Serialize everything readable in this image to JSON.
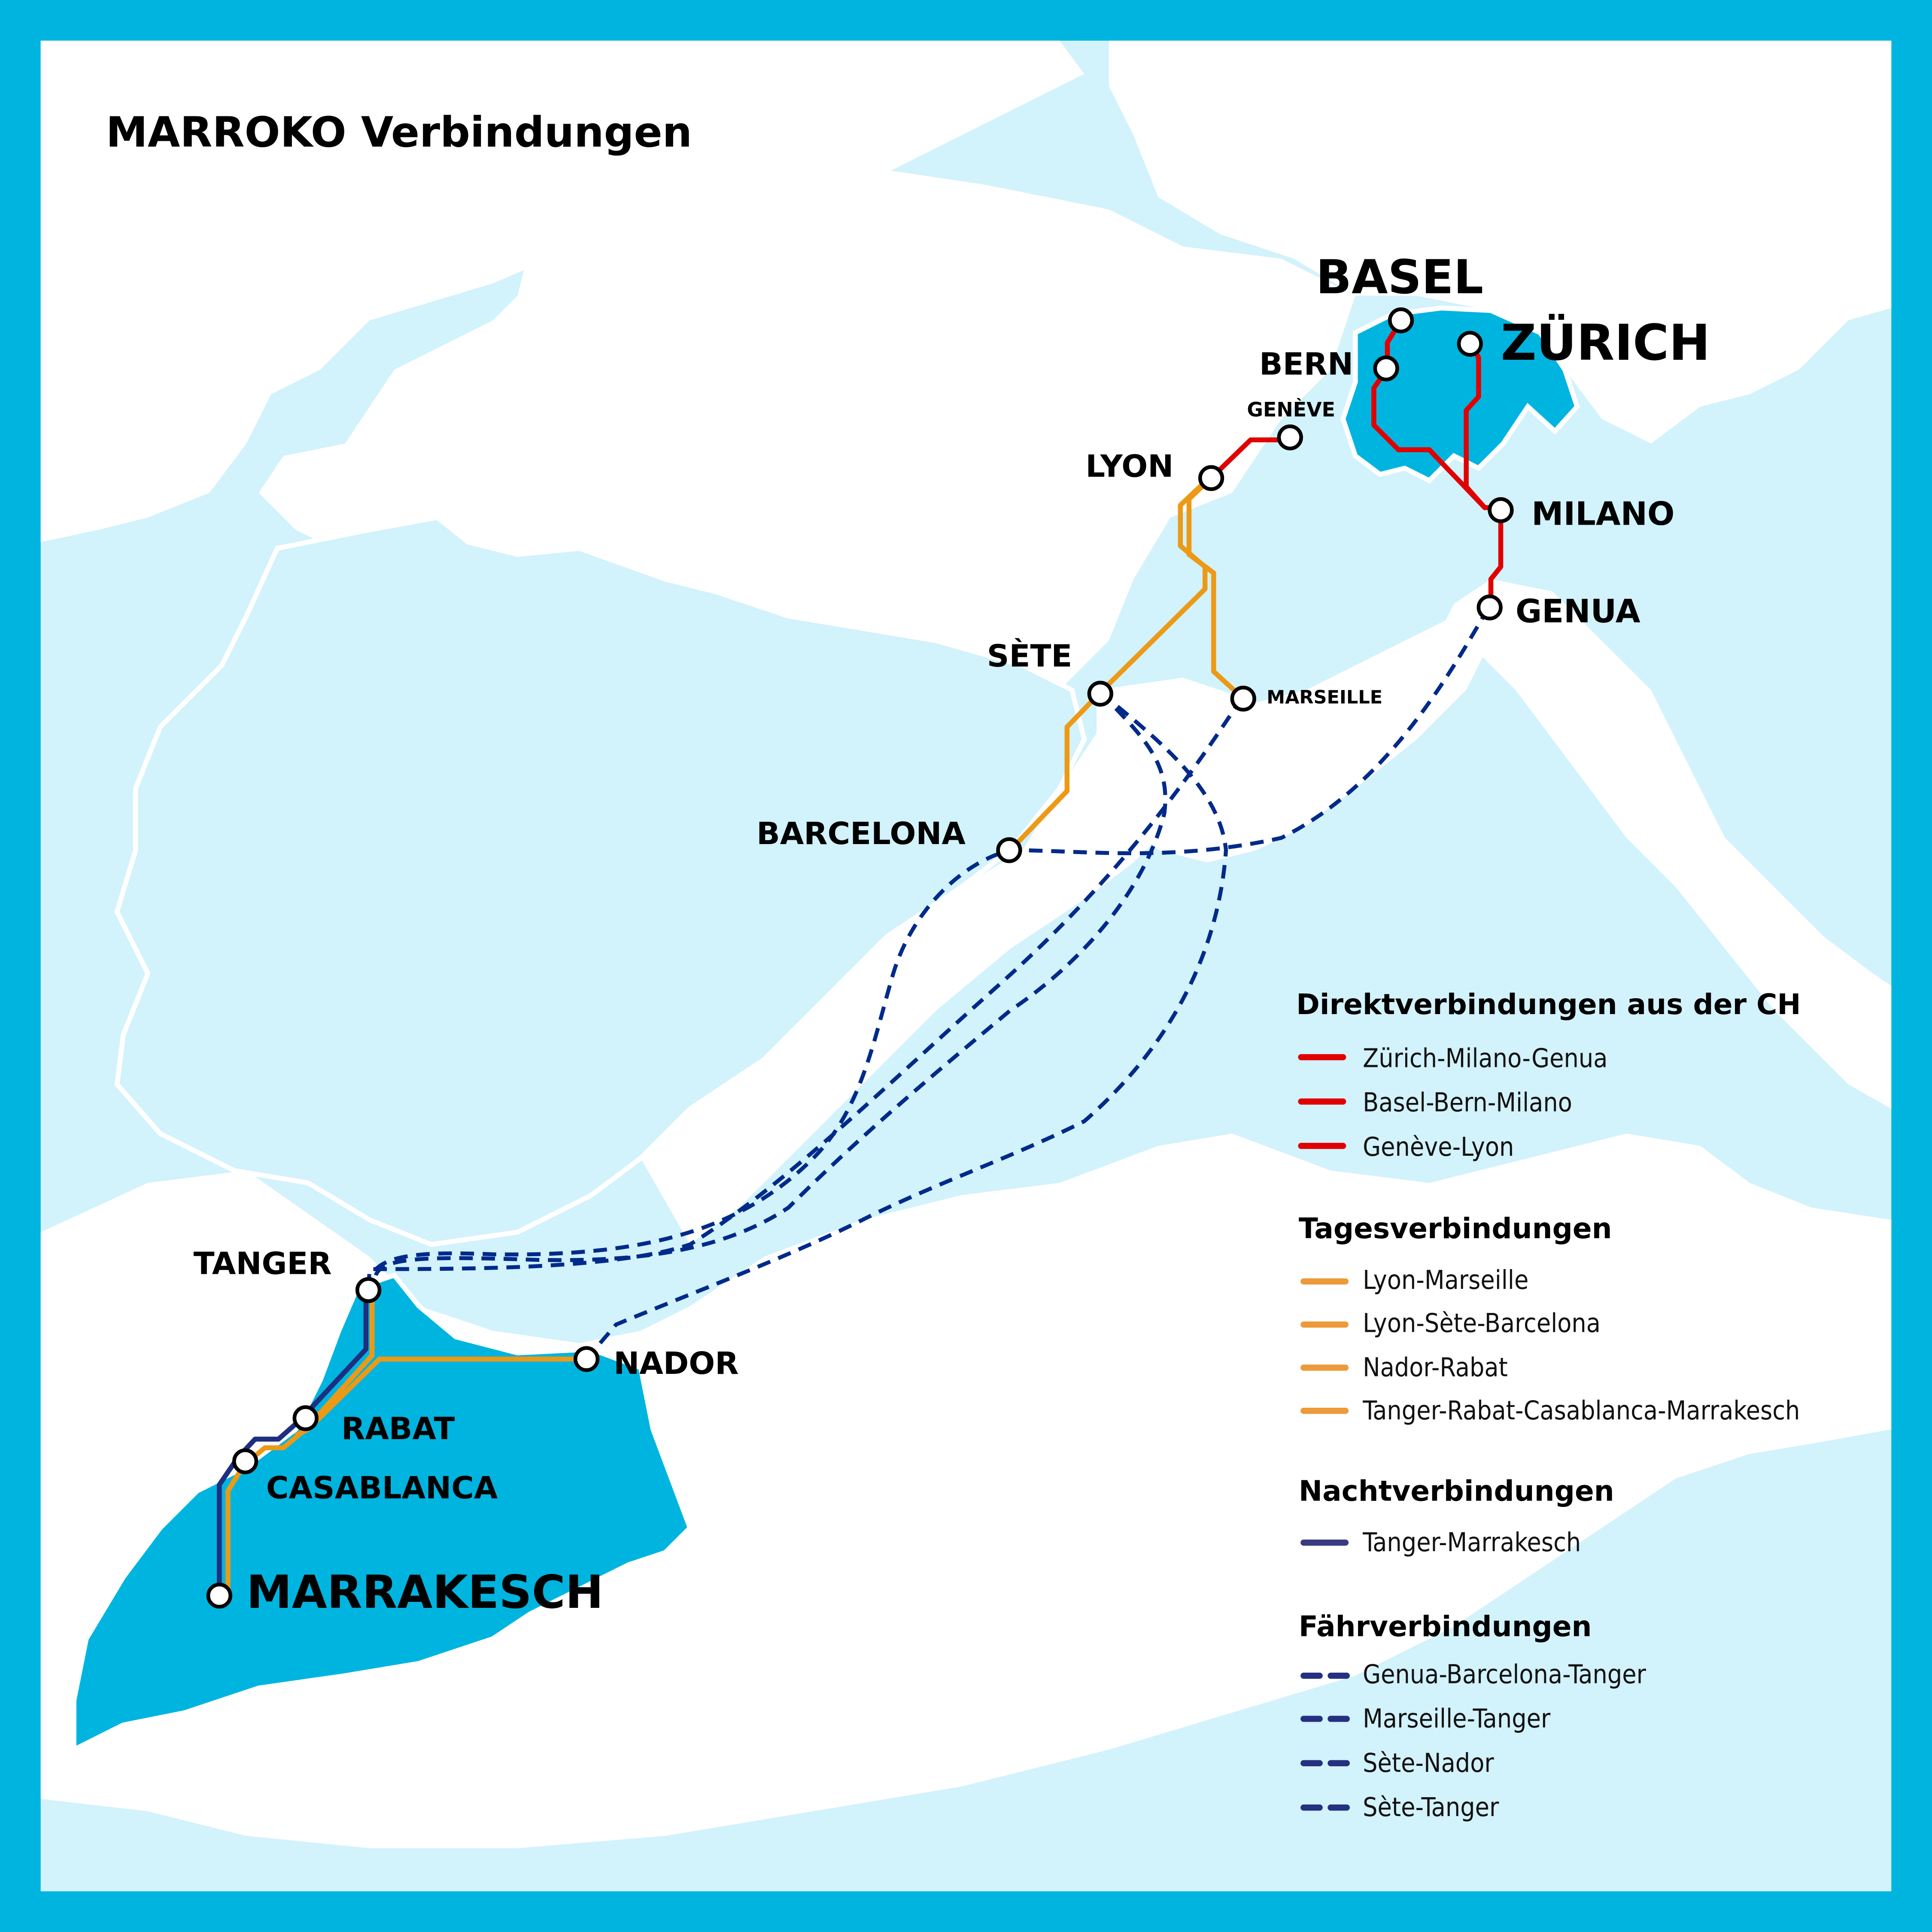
{
  "title": "MARROKO Verbindungen",
  "colors": {
    "frame": "#00b4e0",
    "sea": "#d2f2fc",
    "land": "#ffffff",
    "highlight_country": "#00b4e0",
    "direct": "#e00000",
    "day": "#ec9a16",
    "night": "#1e2f80",
    "ferry": "#002a8a"
  },
  "cities": [
    {
      "id": "basel",
      "label": "BASEL",
      "size": "large"
    },
    {
      "id": "zurich",
      "label": "ZÜRICH",
      "size": "large"
    },
    {
      "id": "bern",
      "label": "BERN",
      "size": "medium"
    },
    {
      "id": "geneve",
      "label": "GENÈVE",
      "size": "small"
    },
    {
      "id": "lyon",
      "label": "LYON",
      "size": "medium"
    },
    {
      "id": "milano",
      "label": "MILANO",
      "size": "medium"
    },
    {
      "id": "genua",
      "label": "GENUA",
      "size": "medium"
    },
    {
      "id": "sete",
      "label": "SÈTE",
      "size": "medium"
    },
    {
      "id": "marseille",
      "label": "MARSEILLE",
      "size": "small"
    },
    {
      "id": "barcelona",
      "label": "BARCELONA",
      "size": "medium"
    },
    {
      "id": "tanger",
      "label": "TANGER",
      "size": "medium"
    },
    {
      "id": "nador",
      "label": "NADOR",
      "size": "medium"
    },
    {
      "id": "rabat",
      "label": "RABAT",
      "size": "medium"
    },
    {
      "id": "casablanca",
      "label": "CASABLANCA",
      "size": "medium"
    },
    {
      "id": "marrakesch",
      "label": "MARRAKESCH",
      "size": "large"
    }
  ],
  "legend": {
    "sections": [
      {
        "heading": "Direktverbindungen aus der CH",
        "style": "direct",
        "items": [
          "Zürich-Milano-Genua",
          "Basel-Bern-Milano",
          "Genève-Lyon"
        ]
      },
      {
        "heading": "Tagesverbindungen",
        "style": "day",
        "items": [
          "Lyon-Marseille",
          "Lyon-Sète-Barcelona",
          "Nador-Rabat",
          "Tanger-Rabat-Casablanca-Marrakesch"
        ]
      },
      {
        "heading": "Nachtverbindungen",
        "style": "night",
        "items": [
          "Tanger-Marrakesch"
        ]
      },
      {
        "heading": "Fährverbindungen",
        "style": "ferry",
        "items": [
          "Genua-Barcelona-Tanger",
          "Marseille-Tanger",
          "Sète-Nador",
          "Sète-Tanger"
        ]
      }
    ]
  }
}
